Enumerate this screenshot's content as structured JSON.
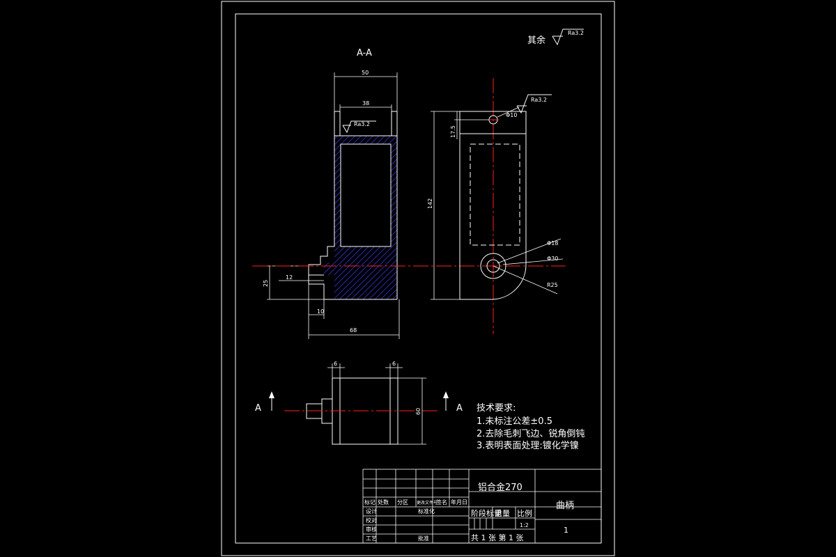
{
  "drawing": {
    "section_label": "A-A",
    "roughness_note_prefix": "其余",
    "roughness_value": "Ra3.2",
    "section_marker": "A",
    "dims": {
      "top_width_outer": "50",
      "top_width_inner": "38",
      "height_total": "142",
      "height_top": "17.5",
      "hole_small": "Φ10",
      "hole_d18": "Φ18",
      "hole_d30": "Φ30",
      "radius": "R25",
      "step_25": "25",
      "step_12": "12",
      "step_10": "10",
      "bottom_width": "68",
      "bottom_left_6": "6",
      "bottom_right_6": "6",
      "side_60": "60"
    },
    "tech_requirements": {
      "heading": "技术要求:",
      "items": [
        "1.未标注公差±0.5",
        "2.去除毛刺飞边、锐角倒钝",
        "3.表明表面处理:镀化学镍"
      ]
    }
  },
  "title_block": {
    "material": "铝合金270",
    "part_name": "曲柄",
    "scale": "1:2",
    "drawing_no": "1",
    "sheet_info": "共 1 张  第 1 张",
    "headers": [
      "标记",
      "处数",
      "分区",
      "更改文件号",
      "签名",
      "年月日"
    ],
    "rows": [
      "设计",
      "校对",
      "审核",
      "工艺"
    ],
    "standardization": "标准化",
    "approve": "批准",
    "stage_headers": [
      "阶段标记",
      "重量",
      "比例"
    ]
  },
  "colors": {
    "background": "#000000",
    "line": "#ffffff",
    "centerline": "#ff2020",
    "hatch": "#2a2ab0"
  }
}
